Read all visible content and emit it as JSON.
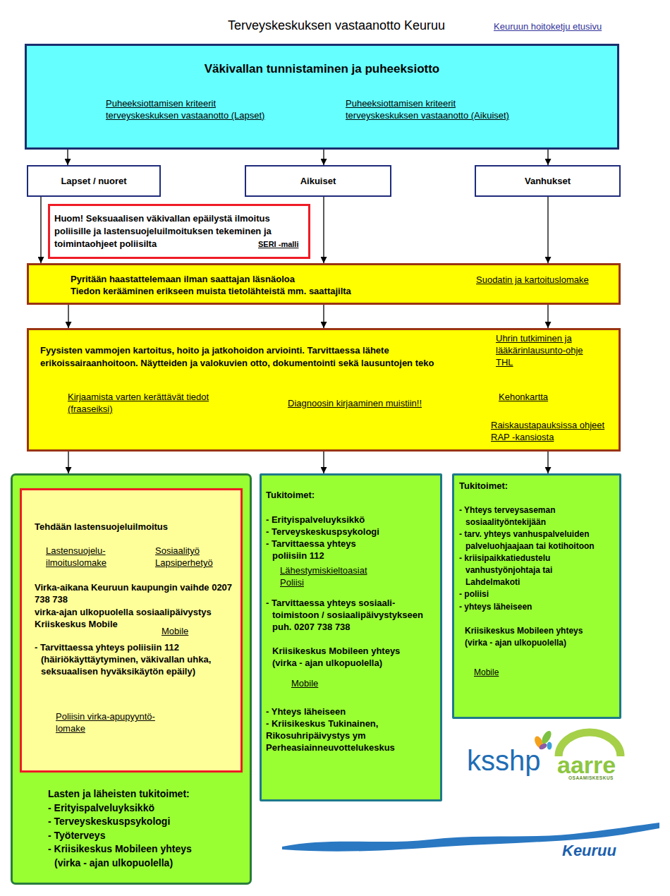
{
  "diagram": {
    "title": "Terveyskeskuksen vastaanotto Keuruu",
    "nodes": [
      {
        "text": [
          "Väkivallan tunnistaminen ja puheeksiotto",
          "Puheeksiottamisen kriteerit terveyskeskuksen vastaanotto (Lapset)",
          "Puheeksiottamisen kriteerit terveyskeskuksen vastaanotto (Aikuiset)"
        ]
      },
      {
        "text": [
          "Lapset / nuoret"
        ]
      },
      {
        "text": [
          "Aikuiset"
        ]
      },
      {
        "text": [
          "Vanhukset"
        ]
      },
      {
        "text": [
          "Huom! Seksuaalisen väkivallan epäilystä ilmoitus poliisille ja lastensuojeluilmoituksen tekeminen ja toimintaohjeet poliisilta",
          "SERI -malli"
        ]
      },
      {
        "text": [
          "Pyritään haastattelemaan ilman saattajan läsnäoloa",
          "Tiedon kerääminen erikseen muista tietolähteistä mm. saattajilta",
          "Suodatin ja kartoituslomake"
        ]
      },
      {
        "text": [
          "Fyysisten vammojen kartoitus, hoito ja jatkohoidon arviointi. Tarvittaessa lähete erikoissairaanhoitoon. Näytteiden ja valokuvien otto, dokumentointi sekä lausuntojen teko",
          "Uhrin tutkiminen ja lääkärinlausunto-ohje THL",
          "Kirjaamista varten kerättävät tiedot (fraaseiksi)",
          "Diagnoosin kirjaaminen muistiin!!",
          "Kehonkartta",
          "Raiskaustapauksissa ohjeet RAP -kansiosta"
        ]
      },
      {
        "text": [
          "Lasten ja läheisten tukitoimet:",
          "- Erityispalveluyksikkö",
          "- Terveyskeskuspsykologi",
          "- Työterveys",
          "- Kriisikeskus Mobileen yhteys (virka - ajan ulkopuolella)"
        ]
      },
      {
        "text": [
          "Tehdään lastensuojeluilmoitus",
          "Lastensuojelu- ilmoituslomake",
          "Sosiaalityö Lapsiperhetyö",
          "Virka-aikana Keuruun kaupungin vaihde 0207 738 738",
          "virka-ajan ulkopuolella sosiaalipäivystys Kriiskeskus Mobile",
          "Mobile",
          "- Tarvittaessa yhteys poliisiin 112 (häiriökäyttäytyminen, väkivallan uhka, seksuaalisen hyväksikäytön epäily)",
          "Poliisin virka-apupyyntö- lomake"
        ],
        "in": 7
      },
      {
        "text": [
          "Tukitoimet:",
          "- Erityispalveluyksikkö",
          "- Terveyskeskuspsykologi",
          "- Tarvittaessa yhteys poliisiin 112",
          "Lähestymiskieltoasiat Poliisi",
          "- Tarvittaessa yhteys sosiaali- toimistoon / sosiaalipäivystykseen puh. 0207 738 738",
          "Kriisikeskus Mobileen yhteys (virka - ajan ulkopuolella)",
          "Mobile",
          "- Yhteys läheiseen",
          "- Kriisikeskus Tukinainen, Rikosuhripäivystys ym Perheasiainneuvottelukeskus"
        ]
      },
      {
        "text": [
          "Tukitoimet:",
          "- Yhteys terveysaseman sosiaalityöntekijään",
          "- tarv. yhteys vanhuspalveluiden palveluohjaajaan tai kotihoitoon",
          "- kriisipaikkatiedustelu vanhustyönjohtaja tai Lahdelmakoti",
          "- poliisi",
          "- yhteys läheiseen",
          "Kriisikeskus Mobileen yhteys (virka - ajan ulkopuolella)",
          "Mobile"
        ]
      }
    ],
    "edges": [
      {
        "from": 0,
        "to": 1,
        "arrow": "to"
      },
      {
        "from": 0,
        "to": 2,
        "arrow": "to"
      },
      {
        "from": 0,
        "to": 3,
        "arrow": "to"
      },
      {
        "from": 1,
        "to": 5,
        "arrow": "to"
      },
      {
        "from": 2,
        "to": 5,
        "arrow": "to"
      },
      {
        "from": 3,
        "to": 5,
        "arrow": "to"
      },
      {
        "from": 5,
        "to": 6,
        "arrow": "to"
      },
      {
        "from": 5,
        "to": 6,
        "arrow": "to"
      },
      {
        "from": 5,
        "to": 6,
        "arrow": "to"
      },
      {
        "from": 6,
        "to": 7,
        "arrow": "to"
      },
      {
        "from": 6,
        "to": 9,
        "arrow": "to"
      },
      {
        "from": 6,
        "to": 10,
        "arrow": "to"
      }
    ],
    "labels": [
      "Keuruun hoitoketju etusivu",
      "ksshp",
      "aarre",
      "OSAAMISKESKUS",
      "Keuruu"
    ]
  }
}
